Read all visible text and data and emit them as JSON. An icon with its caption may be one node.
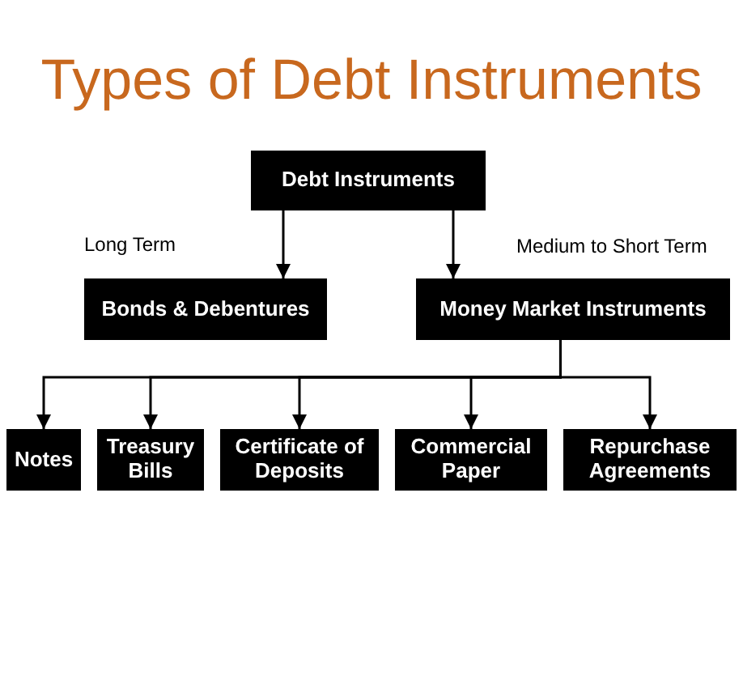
{
  "diagram": {
    "title": "Types of Debt Instruments",
    "nodes": [
      {
        "text": [
          "Debt Instruments"
        ]
      },
      {
        "text": [
          "Bonds & Debentures"
        ]
      },
      {
        "text": [
          "Money Market Instruments"
        ]
      },
      {
        "text": [
          "Notes"
        ]
      },
      {
        "text": [
          "Treasury Bills"
        ]
      },
      {
        "text": [
          "Certificate of Deposits"
        ]
      },
      {
        "text": [
          "Commercial Paper"
        ]
      },
      {
        "text": [
          "Repurchase Agreements"
        ]
      }
    ],
    "edges": [
      {
        "from": 0,
        "to": 1,
        "arrow": "to"
      },
      {
        "from": 0,
        "to": 2,
        "arrow": "to"
      },
      {
        "from": 2,
        "to": 3,
        "arrow": "to"
      },
      {
        "from": 2,
        "to": 4,
        "arrow": "to"
      },
      {
        "from": 2,
        "to": 5,
        "arrow": "to"
      },
      {
        "from": 2,
        "to": 6,
        "arrow": "to"
      },
      {
        "from": 2,
        "to": 7,
        "arrow": "to"
      }
    ],
    "labels": [
      "Long Term",
      "Medium to Short Term"
    ]
  }
}
